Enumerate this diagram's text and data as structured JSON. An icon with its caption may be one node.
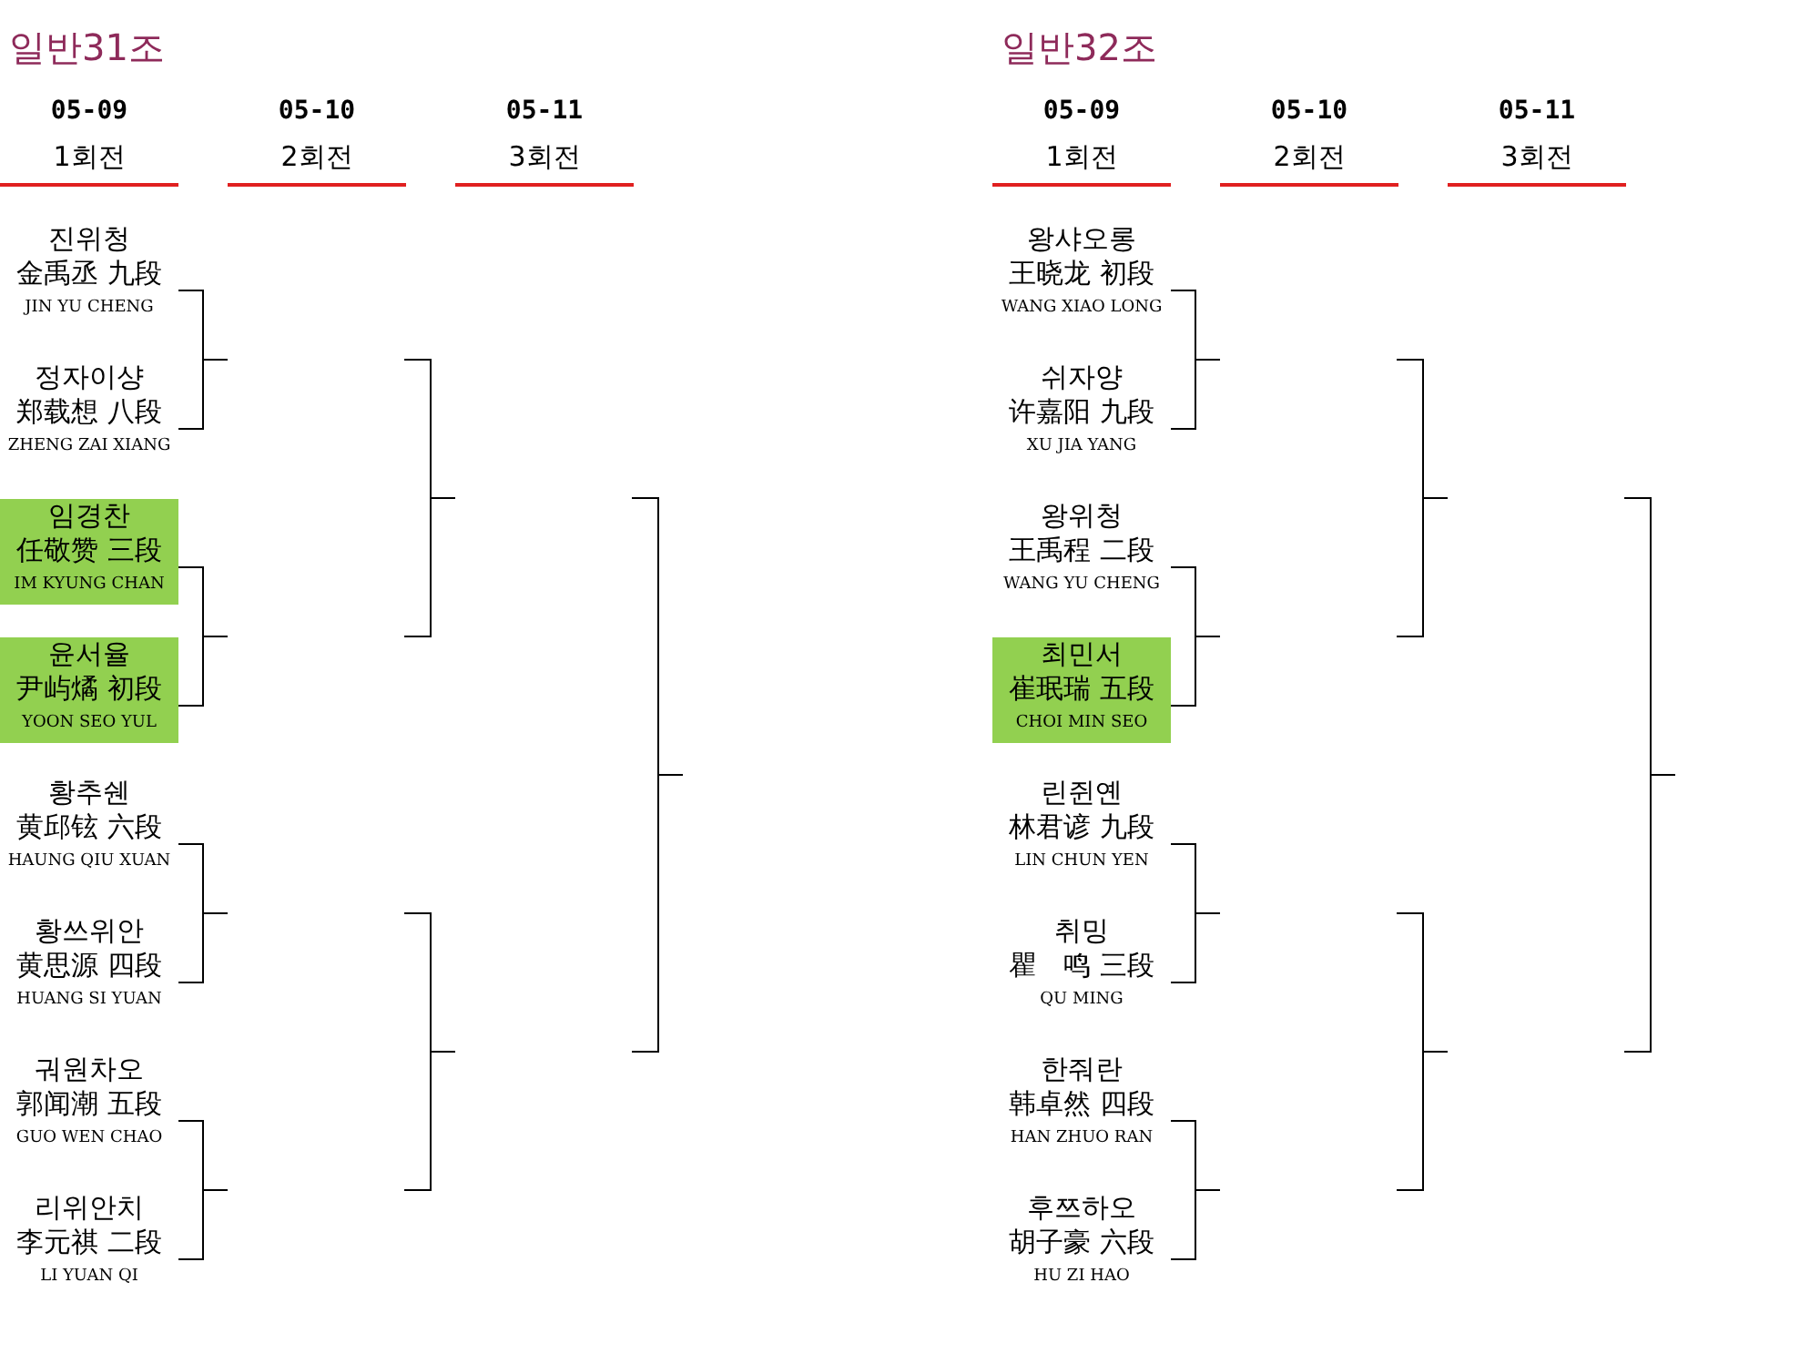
{
  "diagram": {
    "nodes": [
      {
        "text": [
          "진위청",
          "金禹丞 九段",
          "JIN YU CHENG"
        ]
      },
      {
        "text": [
          "정자이샹",
          "郑载想 八段",
          "ZHENG ZAI XIANG"
        ]
      },
      {
        "text": [
          "임경찬",
          "任敬赞 三段",
          "IM KYUNG CHAN"
        ]
      },
      {
        "text": [
          "윤서율",
          "尹屿燏 初段",
          "YOON SEO YUL"
        ]
      },
      {
        "text": [
          "황추쉔",
          "黄邱铉 六段",
          "HAUNG QIU XUAN"
        ]
      },
      {
        "text": [
          "황쓰위안",
          "黄思源 四段",
          "HUANG SI YUAN"
        ]
      },
      {
        "text": [
          "궈원차오",
          "郭闻潮 五段",
          "GUO WEN CHAO"
        ]
      },
      {
        "text": [
          "리위안치",
          "李元祺 二段",
          "LI YUAN QI"
        ]
      },
      {
        "text": [
          "왕샤오롱",
          "王晓龙 初段",
          "WANG XIAO LONG"
        ]
      },
      {
        "text": [
          "쉬자양",
          "许嘉阳 九段",
          "XU JIA YANG"
        ]
      },
      {
        "text": [
          "왕위청",
          "王禹程 二段",
          "WANG YU CHENG"
        ]
      },
      {
        "text": [
          "최민서",
          "崔珉瑞 五段",
          "CHOI MIN SEO"
        ]
      },
      {
        "text": [
          "린쥔옌",
          "林君谚 九段",
          "LIN CHUN YEN"
        ]
      },
      {
        "text": [
          "취밍",
          "瞿　鸣 三段",
          "QU MING"
        ]
      },
      {
        "text": [
          "한줘란",
          "韩卓然 四段",
          "HAN ZHUO RAN"
        ]
      },
      {
        "text": [
          "후쯔하오",
          "胡子豪 六段",
          "HU ZI HAO"
        ]
      }
    ],
    "edges": [
      {
        "from": 0,
        "to": 1,
        "arrow": "none"
      },
      {
        "from": 2,
        "to": 3,
        "arrow": "none"
      },
      {
        "from": 4,
        "to": 5,
        "arrow": "none"
      },
      {
        "from": 6,
        "to": 7,
        "arrow": "none"
      },
      {
        "from": 8,
        "to": 9,
        "arrow": "none"
      },
      {
        "from": 10,
        "to": 11,
        "arrow": "none"
      },
      {
        "from": 12,
        "to": 13,
        "arrow": "none"
      },
      {
        "from": 14,
        "to": 15,
        "arrow": "none"
      }
    ],
    "labels": [
      "일반31조",
      "05-09",
      "05-10",
      "05-11",
      "1회전",
      "2회전",
      "3회전",
      "일반32조",
      "05-09",
      "05-10",
      "05-11",
      "1회전",
      "2회전",
      "3회전"
    ]
  }
}
